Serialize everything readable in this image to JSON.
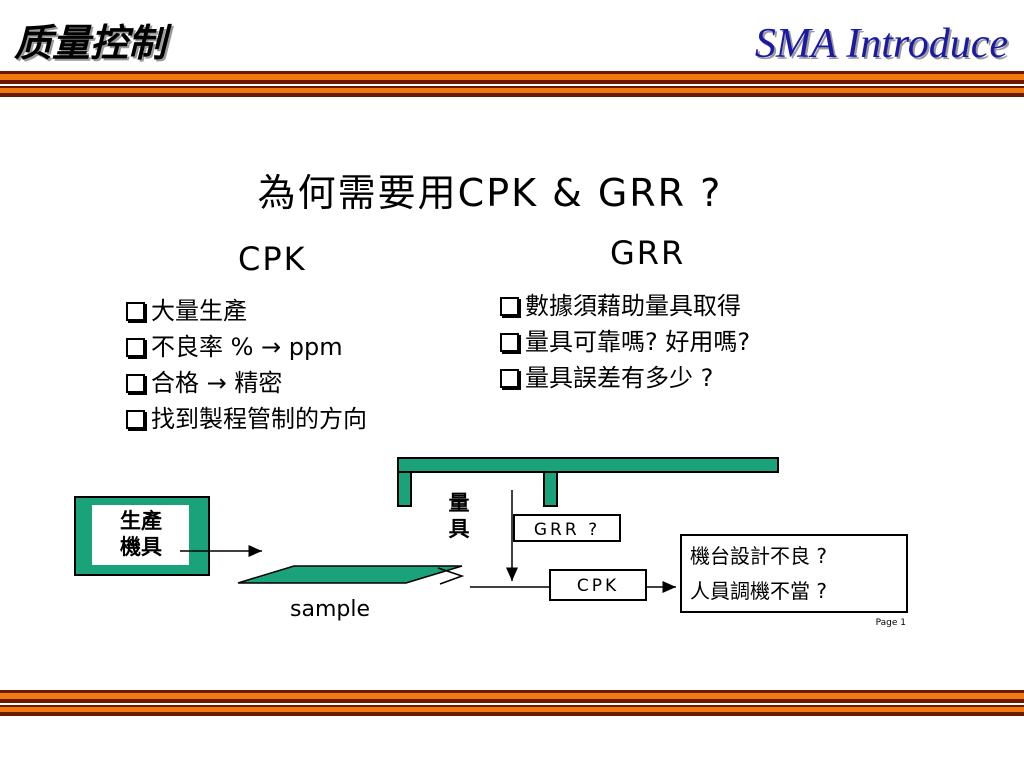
{
  "header": {
    "title_cn": "质量控制",
    "title_en": "SMA Introduce"
  },
  "slide": {
    "heading": "為何需要用CPK & GRR ?",
    "cpk": {
      "title": "CPK",
      "items": [
        "大量生產",
        "不良率 % → ppm",
        "合格 → 精密",
        "找到製程管制的方向"
      ]
    },
    "grr": {
      "title": "GRR",
      "items": [
        "數據須藉助量具取得",
        "量具可靠嗎? 好用嗎?",
        "量具誤差有多少 ?"
      ]
    }
  },
  "diagram": {
    "machine_label_1": "生產",
    "machine_label_2": "機具",
    "gauge_label_1": "量",
    "gauge_label_2": "具",
    "grr_box": "GRR ?",
    "cpk_box": "CPK",
    "sample_label": "sample",
    "result_1": "機台設計不良 ?",
    "result_2": "人員調機不當 ?",
    "page_label": "Page 1"
  },
  "colors": {
    "accent_green": "#1aa37a",
    "band_orange": "#f07a10",
    "band_dark": "#6b1a00",
    "title_blue": "#1a1aa6"
  }
}
